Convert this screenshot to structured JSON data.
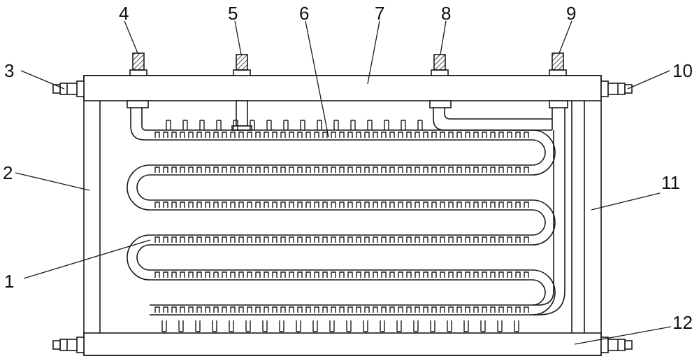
{
  "stroke_color": "#1a1a1a",
  "background_color": "#ffffff",
  "callouts": [
    {
      "id": "1",
      "label": "1"
    },
    {
      "id": "2",
      "label": "2"
    },
    {
      "id": "3",
      "label": "3"
    },
    {
      "id": "4",
      "label": "4"
    },
    {
      "id": "5",
      "label": "5"
    },
    {
      "id": "6",
      "label": "6"
    },
    {
      "id": "7",
      "label": "7"
    },
    {
      "id": "8",
      "label": "8"
    },
    {
      "id": "9",
      "label": "9"
    },
    {
      "id": "10",
      "label": "10"
    },
    {
      "id": "11",
      "label": "11"
    },
    {
      "id": "12",
      "label": "12"
    }
  ]
}
